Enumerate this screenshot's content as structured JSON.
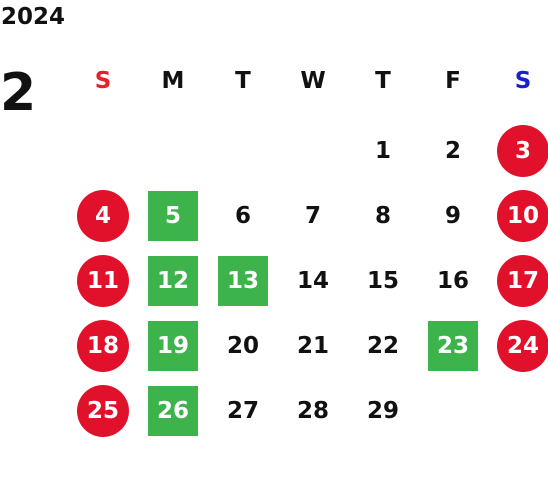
{
  "calendar": {
    "year": "2024",
    "month": "2",
    "weekdays": [
      {
        "label": "S",
        "color": "#e8202a"
      },
      {
        "label": "M",
        "color": ""
      },
      {
        "label": "T",
        "color": ""
      },
      {
        "label": "W",
        "color": ""
      },
      {
        "label": "T",
        "color": ""
      },
      {
        "label": "F",
        "color": ""
      },
      {
        "label": "S",
        "color": "#1a20cc"
      }
    ],
    "weeks": [
      [
        null,
        null,
        null,
        null,
        {
          "day": "1",
          "style": "plain"
        },
        {
          "day": "2",
          "style": "plain"
        },
        {
          "day": "3",
          "style": "red-circle"
        }
      ],
      [
        {
          "day": "4",
          "style": "red-circle"
        },
        {
          "day": "5",
          "style": "green-square"
        },
        {
          "day": "6",
          "style": "plain"
        },
        {
          "day": "7",
          "style": "plain"
        },
        {
          "day": "8",
          "style": "plain"
        },
        {
          "day": "9",
          "style": "plain"
        },
        {
          "day": "10",
          "style": "red-circle"
        }
      ],
      [
        {
          "day": "11",
          "style": "red-circle"
        },
        {
          "day": "12",
          "style": "green-square"
        },
        {
          "day": "13",
          "style": "green-square"
        },
        {
          "day": "14",
          "style": "plain"
        },
        {
          "day": "15",
          "style": "plain"
        },
        {
          "day": "16",
          "style": "plain"
        },
        {
          "day": "17",
          "style": "red-circle"
        }
      ],
      [
        {
          "day": "18",
          "style": "red-circle"
        },
        {
          "day": "19",
          "style": "green-square"
        },
        {
          "day": "20",
          "style": "plain"
        },
        {
          "day": "21",
          "style": "plain"
        },
        {
          "day": "22",
          "style": "plain"
        },
        {
          "day": "23",
          "style": "green-square"
        },
        {
          "day": "24",
          "style": "red-circle"
        }
      ],
      [
        {
          "day": "25",
          "style": "red-circle"
        },
        {
          "day": "26",
          "style": "green-square"
        },
        {
          "day": "27",
          "style": "plain"
        },
        {
          "day": "28",
          "style": "plain"
        },
        {
          "day": "29",
          "style": "plain"
        },
        null,
        null
      ]
    ],
    "colors": {
      "red_circle": "#e2112b",
      "green_square": "#3cb44b",
      "text": "#111111"
    }
  }
}
